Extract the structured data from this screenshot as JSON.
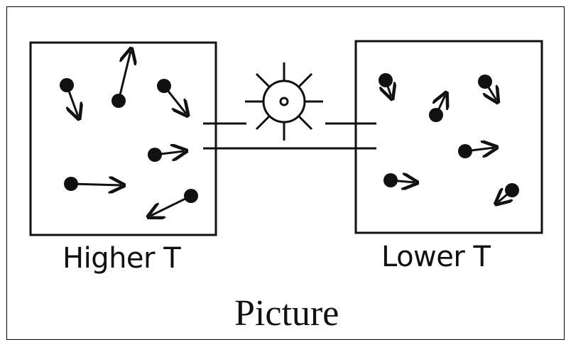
{
  "diagram": {
    "left_container_label": "Higher T",
    "right_container_label": "Lower T",
    "caption": "Picture",
    "colors": {
      "stroke": "#111111",
      "background": "#ffffff"
    },
    "icons": [
      "sun-like-heat-engine-icon"
    ]
  }
}
